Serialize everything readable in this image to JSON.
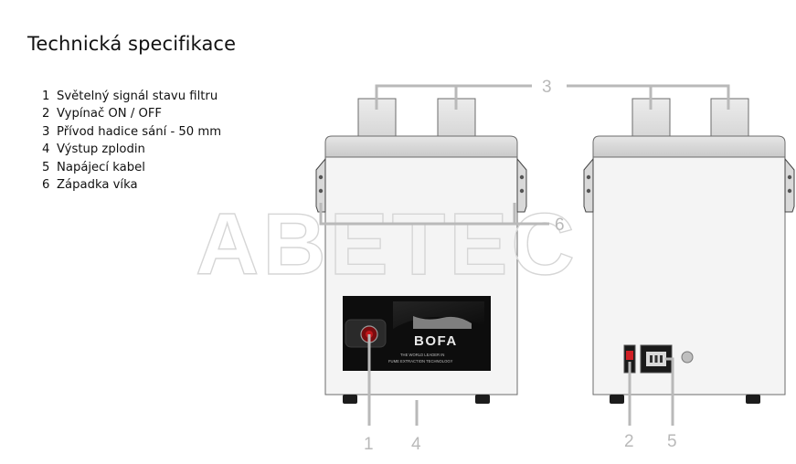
{
  "title": "Technická specifikace",
  "legend": [
    {
      "num": "1",
      "text": "Světelný signál stavu filtru"
    },
    {
      "num": "2",
      "text": "Vypínač ON / OFF"
    },
    {
      "num": "3",
      "text": "Přívod hadice sání - 50 mm"
    },
    {
      "num": "4",
      "text": "Výstup zplodin"
    },
    {
      "num": "5",
      "text": "Napájecí kabel"
    },
    {
      "num": "6",
      "text": "Západka víka"
    }
  ],
  "callouts": {
    "c1": "1",
    "c2": "2",
    "c3": "3",
    "c4": "4",
    "c5": "5",
    "c6": "6"
  },
  "panel": {
    "brand": "BOFA",
    "tagline_1": "THE WORLD LEADER IN",
    "tagline_2": "FUME EXTRACTION TECHNOLOGY"
  },
  "watermark": "ABETEC",
  "colors": {
    "callout_line": "#b9b9b9",
    "unit_body": "#f4f4f4",
    "unit_top": "#dcdcdc",
    "panel": "#0d0d0d",
    "indicator": "#c0171b",
    "switch": "#d01f25"
  }
}
